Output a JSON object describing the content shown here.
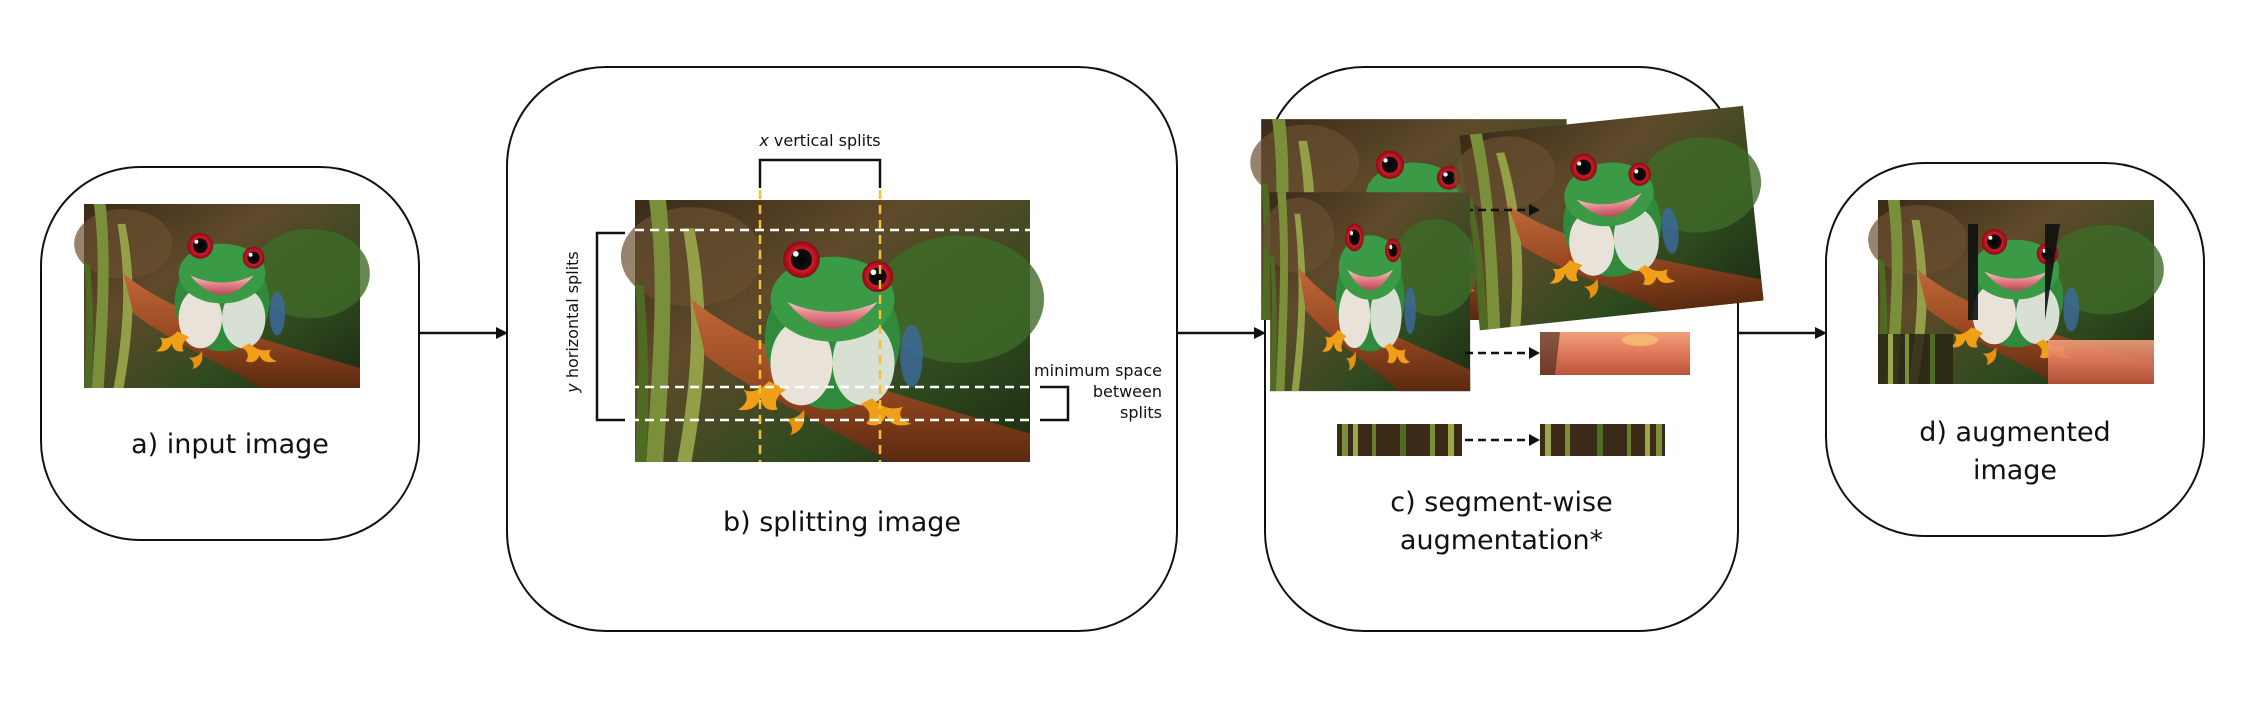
{
  "panels": {
    "a": {
      "caption": "a) input image"
    },
    "b": {
      "caption": "b) splitting image",
      "vertical_splits_prefix": "x",
      "vertical_splits_label": " vertical splits",
      "horizontal_splits_prefix": "y",
      "horizontal_splits_label": " horizontal splits",
      "min_space_label_1": "minimum space",
      "min_space_label_2": "between",
      "min_space_label_3": "splits"
    },
    "c": {
      "caption_line1": "c) segment-wise",
      "caption_line2": "augmentation*"
    },
    "d": {
      "caption_line1": "d) augmented",
      "caption_line2": "image"
    }
  },
  "colors": {
    "outline": "#111111",
    "vertical_split_line": "#f2c230",
    "horizontal_split_line": "#ffffff",
    "frog_green": "#2f8a3c",
    "branch_brown": "#9a4a22",
    "frog_orange": "#f0a018",
    "frog_eye_red": "#c8102e"
  }
}
